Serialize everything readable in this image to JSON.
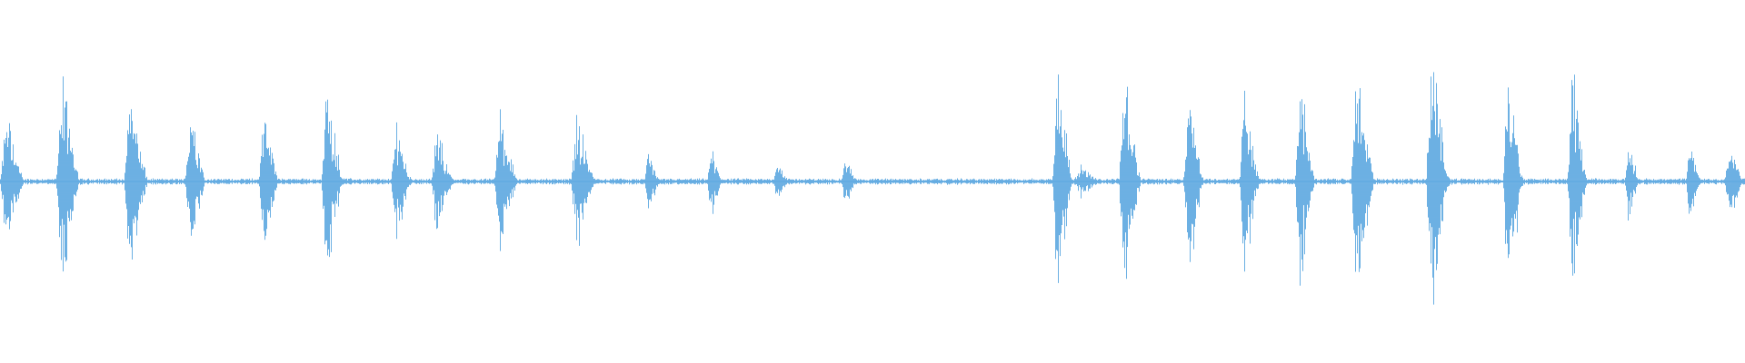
{
  "waveform": {
    "color": "#5DA8E0",
    "background": "#FFFFFF",
    "baseline_amplitude": 0.012,
    "bursts": [
      {
        "start": 0.0,
        "end": 0.014,
        "peak": 0.46
      },
      {
        "start": 0.032,
        "end": 0.046,
        "peak": 0.74
      },
      {
        "start": 0.071,
        "end": 0.085,
        "peak": 0.62
      },
      {
        "start": 0.106,
        "end": 0.118,
        "peak": 0.56
      },
      {
        "start": 0.148,
        "end": 0.16,
        "peak": 0.52
      },
      {
        "start": 0.184,
        "end": 0.197,
        "peak": 0.66
      },
      {
        "start": 0.224,
        "end": 0.236,
        "peak": 0.4
      },
      {
        "start": 0.247,
        "end": 0.26,
        "peak": 0.36
      },
      {
        "start": 0.283,
        "end": 0.297,
        "peak": 0.44
      },
      {
        "start": 0.327,
        "end": 0.341,
        "peak": 0.48
      },
      {
        "start": 0.369,
        "end": 0.378,
        "peak": 0.22
      },
      {
        "start": 0.405,
        "end": 0.414,
        "peak": 0.24
      },
      {
        "start": 0.443,
        "end": 0.452,
        "peak": 0.16
      },
      {
        "start": 0.482,
        "end": 0.491,
        "peak": 0.18
      },
      {
        "start": 0.603,
        "end": 0.615,
        "peak": 0.86
      },
      {
        "start": 0.615,
        "end": 0.632,
        "peak": 0.1
      },
      {
        "start": 0.641,
        "end": 0.654,
        "peak": 0.78
      },
      {
        "start": 0.678,
        "end": 0.69,
        "peak": 0.66
      },
      {
        "start": 0.71,
        "end": 0.722,
        "peak": 0.62
      },
      {
        "start": 0.742,
        "end": 0.754,
        "peak": 0.68
      },
      {
        "start": 0.774,
        "end": 0.788,
        "peak": 0.84
      },
      {
        "start": 0.817,
        "end": 0.831,
        "peak": 0.84
      },
      {
        "start": 0.861,
        "end": 0.873,
        "peak": 0.88
      },
      {
        "start": 0.898,
        "end": 0.91,
        "peak": 0.72
      },
      {
        "start": 0.931,
        "end": 0.94,
        "peak": 0.28
      },
      {
        "start": 0.966,
        "end": 0.975,
        "peak": 0.26
      },
      {
        "start": 0.988,
        "end": 1.0,
        "peak": 0.24
      }
    ]
  }
}
